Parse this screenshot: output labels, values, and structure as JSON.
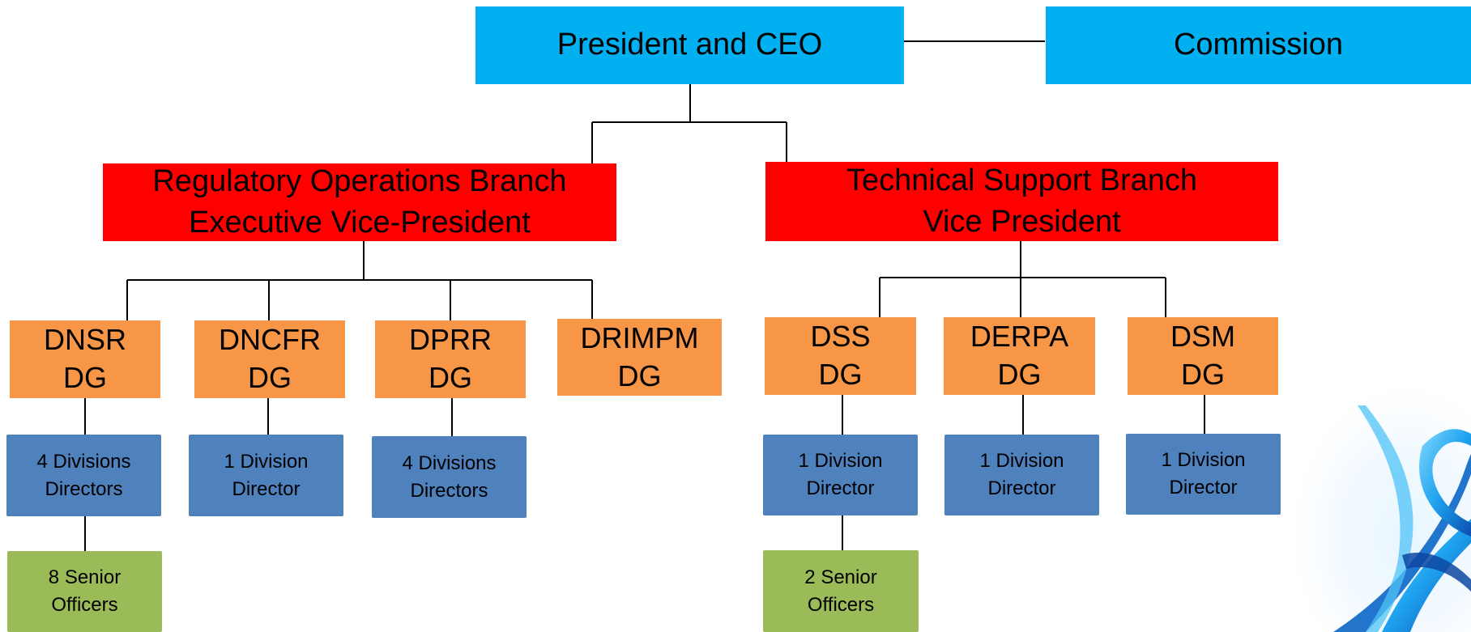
{
  "chart": {
    "president": "President and CEO",
    "commission": "Commission",
    "branches": [
      {
        "line1": "Regulatory Operations Branch",
        "line2": "Executive Vice-President",
        "directorates": [
          {
            "name": "DNSR",
            "role": "DG",
            "directors": {
              "line1": "4 Divisions",
              "line2": "Directors"
            },
            "officers": {
              "line1": "8 Senior",
              "line2": "Officers"
            }
          },
          {
            "name": "DNCFR",
            "role": "DG",
            "directors": {
              "line1": "1 Division",
              "line2": "Director"
            }
          },
          {
            "name": "DPRR",
            "role": "DG",
            "directors": {
              "line1": "4 Divisions",
              "line2": "Directors"
            }
          },
          {
            "name": "DRIMPM",
            "role": "DG"
          }
        ]
      },
      {
        "line1": "Technical Support Branch",
        "line2": "Vice President",
        "directorates": [
          {
            "name": "DSS",
            "role": "DG",
            "directors": {
              "line1": "1 Division",
              "line2": "Director"
            },
            "officers": {
              "line1": "2 Senior",
              "line2": "Officers"
            }
          },
          {
            "name": "DERPA",
            "role": "DG",
            "directors": {
              "line1": "1 Division",
              "line2": "Director"
            }
          },
          {
            "name": "DSM",
            "role": "DG",
            "directors": {
              "line1": "1 Division",
              "line2": "Director"
            }
          }
        ]
      }
    ]
  },
  "colors": {
    "executive": "#00b0f0",
    "branch": "#ff0000",
    "directorate": "#f79646",
    "director": "#4f81bd",
    "officer": "#9bbb59",
    "connector": "#000000"
  },
  "decoration": "blue-ribbon-swirl"
}
